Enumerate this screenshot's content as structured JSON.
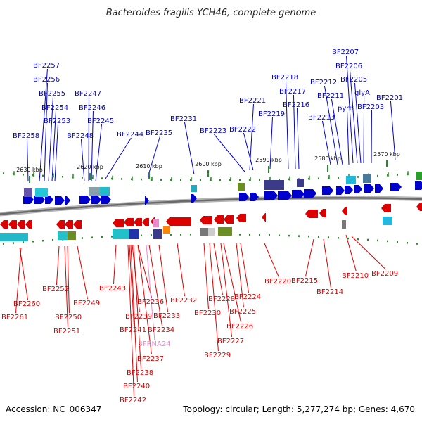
{
  "title": "Bacteroides fragilis YCH46, complete genome",
  "footer": {
    "accession": "Accession: NC_006347",
    "topology": "Topology: circular; Length: 5,277,274 bp; Genes: 4,670"
  },
  "colors": {
    "forward": "#0000cc",
    "reverse": "#dd0000",
    "rna": "#ee88cc",
    "backbone": "#888888",
    "tick": "#2a8a2a"
  },
  "scale_labels": [
    "2630 kbp",
    "2620 kbp",
    "2610 kbp",
    "2600 kbp",
    "2590 kbp",
    "2580 kbp",
    "2570 kbp"
  ],
  "forward_genes": [
    "BF2258",
    "BF2257",
    "BF2256",
    "BF2255",
    "BF2254",
    "BF2253",
    "BF2248",
    "BF2247",
    "BF2246",
    "BF2245",
    "BF2244",
    "BF2235",
    "BF2231",
    "BF2223",
    "BF2222",
    "BF2221",
    "BF2219",
    "BF2218",
    "BF2217",
    "BF2216",
    "BF2213",
    "BF2212",
    "BF2211",
    "pyrB",
    "BF2207",
    "BF2206",
    "BF2205",
    "glyA",
    "BF2203",
    "BF2201"
  ],
  "reverse_genes": [
    "BF2261",
    "BF2260",
    "BF2252",
    "BF2251",
    "BF2250",
    "BF2249",
    "BF2243",
    "BF2242",
    "BF2241",
    "BF2240",
    "BF2239",
    "BF2238",
    "BF2237",
    "BF2236",
    "BFRNA24",
    "BF2234",
    "BF2233",
    "BF2232",
    "BF2230",
    "BF2229",
    "BF2228",
    "BF2227",
    "BF2226",
    "BF2225",
    "BF2224",
    "BF2220",
    "BF2215",
    "BF2214",
    "BF2210",
    "BF2209"
  ]
}
